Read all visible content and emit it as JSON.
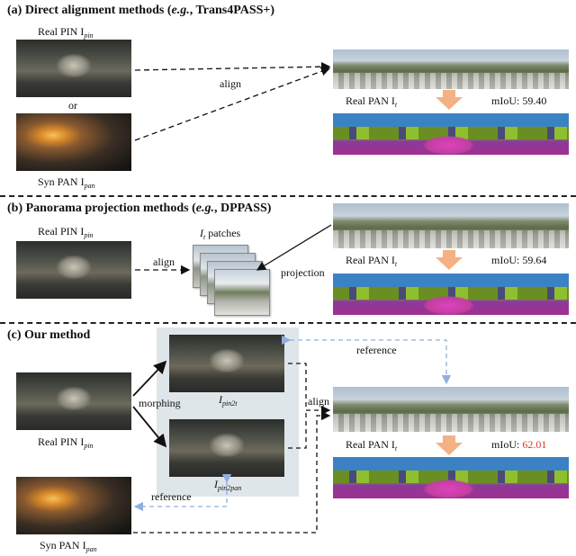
{
  "section_a": {
    "title": "(a) Direct alignment methods",
    "eg_open": "(",
    "eg_italic": "e.g.",
    "eg_rest": ", Trans4PASS+)",
    "real_pin_label": "Real PIN I",
    "real_pin_sub": "pin",
    "or_label": "or",
    "syn_pan_label": "Syn PAN I",
    "syn_pan_sub": "pan",
    "align_label": "align",
    "real_pan_label": "Real PAN I",
    "real_pan_sub": "t",
    "miou_label": "mIoU:",
    "miou_value": "59.40"
  },
  "section_b": {
    "title": "(b) Panorama projection methods",
    "eg_open": "(",
    "eg_italic": "e.g.",
    "eg_rest": ", DPPASS)",
    "real_pin_label": "Real PIN I",
    "real_pin_sub": "pin",
    "align_label": "align",
    "patches_label": "I",
    "patches_sub": "t",
    "patches_rest": " patches",
    "projection_label": "projection",
    "real_pan_label": "Real PAN I",
    "real_pan_sub": "t",
    "miou_label": "mIoU:",
    "miou_value": "59.64"
  },
  "section_c": {
    "title": "(c) Our method",
    "real_pin_label": "Real PIN I",
    "real_pin_sub": "pin",
    "syn_pan_label": "Syn PAN I",
    "syn_pan_sub": "pan",
    "morphing_label": "morphing",
    "pin2t_label": "I",
    "pin2t_sub": "pin2t",
    "pin2pan_label": "I",
    "pin2pan_sub": "pin2pan",
    "reference_top_label": "reference",
    "reference_bottom_label": "reference",
    "align_label": "align",
    "real_pan_label": "Real PAN I",
    "real_pan_sub": "t",
    "miou_label": "mIoU:",
    "miou_value": "62.01",
    "highlight_color": "#d93a2f"
  },
  "colors": {
    "arrow_dashed": "#111111",
    "arrow_reference": "#8fb0de",
    "down_arrow": "#f4b183",
    "panel_bg": "#dfe6ea"
  }
}
